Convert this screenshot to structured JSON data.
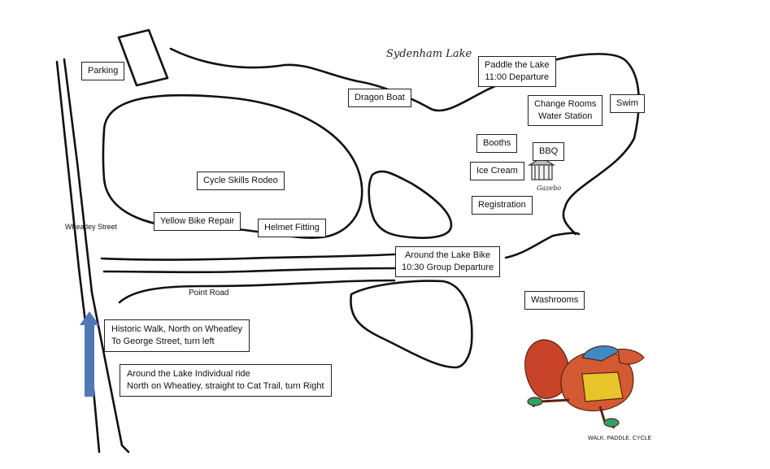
{
  "lake_label": "Sydenham Lake",
  "street_label": "Wheatley Street",
  "road_label": "Point Road",
  "gazebo_label": "Gazebo",
  "mascot_caption": "WALK. PADDLE. CYCLE",
  "boxes": {
    "parking": "Parking",
    "dragon_boat": "Dragon Boat",
    "paddle_line1": "Paddle the Lake",
    "paddle_line2": "11:00 Departure",
    "change_line1": "Change Rooms",
    "change_line2": "Water Station",
    "swim": "Swim",
    "booths": "Booths",
    "bbq": "BBQ",
    "ice_cream": "Ice Cream",
    "registration": "Registration",
    "cycle_skills": "Cycle Skills Rodeo",
    "yellow_bike": "Yellow Bike Repair",
    "helmet": "Helmet Fitting",
    "bike_line1": "Around the Lake Bike",
    "bike_line2": "10:30 Group Departure",
    "washrooms": "Washrooms",
    "historic_line1": "Historic Walk, North on Wheatley",
    "historic_line2": "To George Street, turn left",
    "individual_line1": "Around the Lake Individual ride",
    "individual_line2": "North on Wheatley, straight to Cat Trail, turn Right"
  },
  "colors": {
    "arrow": "#4f79b5",
    "ink": "#111111"
  }
}
